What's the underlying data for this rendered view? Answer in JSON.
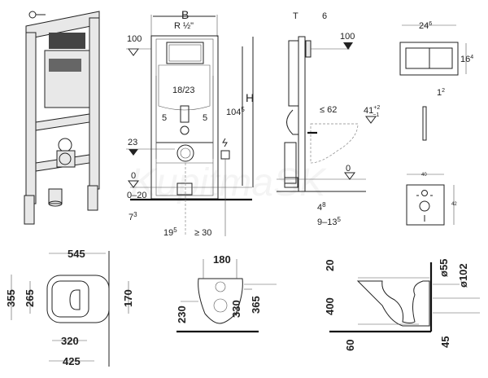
{
  "front_view": {
    "width_label": "B",
    "pipe_label": "R ½\"",
    "top_level": "100",
    "spacing": "18/23",
    "offset_left": "5",
    "offset_right": "5",
    "connection_level": "23",
    "floor_level": "0",
    "floor_range": "0–20",
    "height_label": "H",
    "height_value": {
      "base": "104",
      "sup": "5"
    },
    "left_gap": {
      "base": "7",
      "sup": "3"
    },
    "axis_offset": {
      "base": "19",
      "sup": "5"
    },
    "min_distance": "≥ 30"
  },
  "side_view": {
    "depth_label": "T",
    "plate_offset": "6",
    "top_level": "100",
    "projection": "≤ 62",
    "seat_height": {
      "base": "41",
      "sup": "+2",
      "sub": "−1"
    },
    "floor_level": "0",
    "wall_gap": {
      "base": "4",
      "sup": "8"
    },
    "wall_range": {
      "base": "9–13",
      "sup": "5"
    }
  },
  "flush_plate": {
    "width": {
      "base": "24",
      "sup": "6"
    },
    "height": {
      "base": "16",
      "sup": "4"
    },
    "thickness": {
      "base": "1",
      "sup": "2"
    }
  },
  "wall_plate": {
    "width": "40",
    "height": "42"
  },
  "bowl_top_view": {
    "length": "545",
    "width": "355",
    "inner_width": "265",
    "fixing_spacing": "170",
    "inner_length": "320",
    "seat_length": "425"
  },
  "bowl_front_view": {
    "fixing_spacing": "180",
    "outlet_height": "230",
    "fixing_height": "330",
    "top_height": "365"
  },
  "bowl_side_view": {
    "top_offset": "20",
    "rim_height": "400",
    "bottom_offset": "60",
    "inlet_diameter": "ø55",
    "outlet_diameter": "ø102",
    "outlet_offset": "45"
  },
  "watermark": "KupitmaSK"
}
